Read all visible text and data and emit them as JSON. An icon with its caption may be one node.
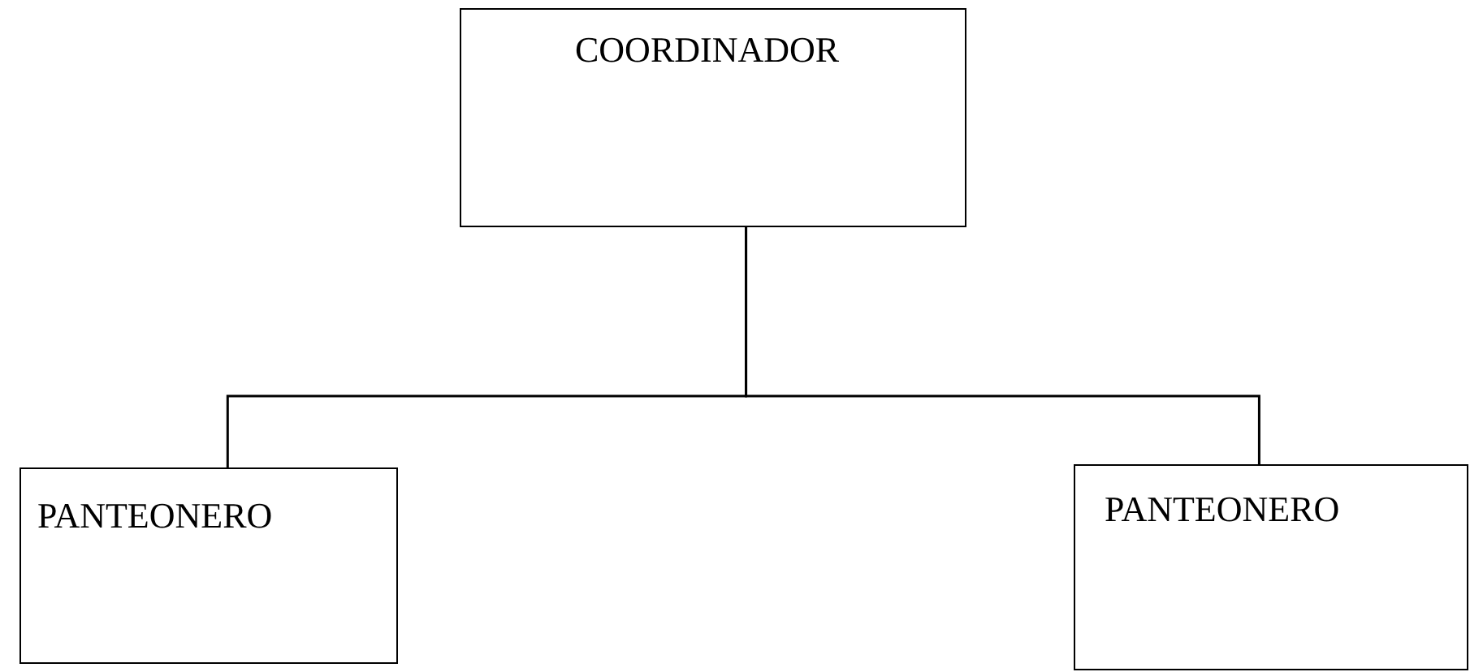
{
  "diagram": {
    "nodes": [
      {
        "text": [
          "COORDINADOR"
        ]
      },
      {
        "text": [
          "PANTEONERO"
        ]
      },
      {
        "text": [
          "PANTEONERO"
        ]
      }
    ],
    "edges": [
      {
        "from": 0,
        "to": 1,
        "arrow": "none"
      },
      {
        "from": 0,
        "to": 2,
        "arrow": "none"
      }
    ]
  }
}
